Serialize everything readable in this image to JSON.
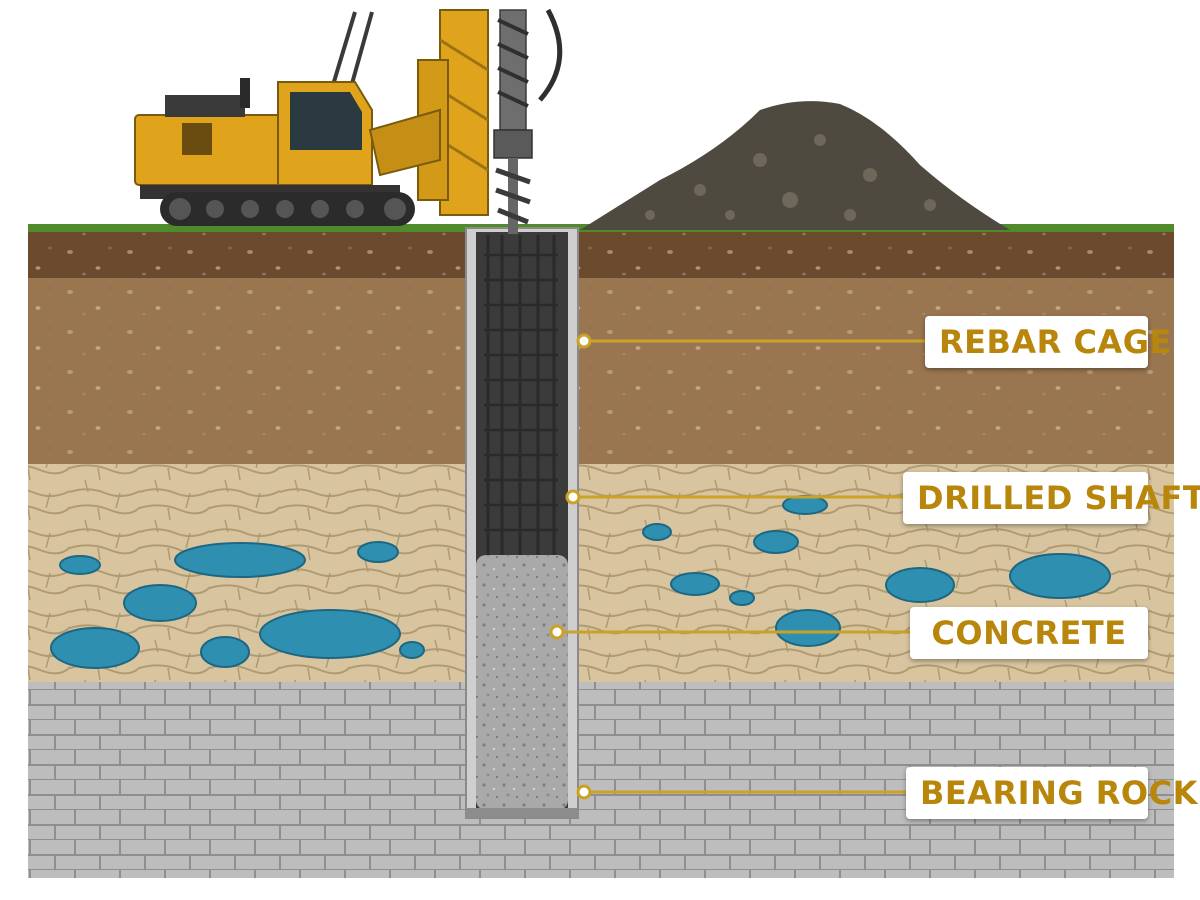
{
  "labels": {
    "rebar_cage": "REBAR CAGE",
    "drilled_shaft": "DRILLED SHAFT",
    "concrete": "CONCRETE",
    "bearing_rock": "BEARING ROCK"
  },
  "colors": {
    "label_text": "#b8860b",
    "leader_line": "#c9a227",
    "machine_yellow": "#e0a41c",
    "topsoil": "#6b4a2e",
    "clay": "#9a7650",
    "limestone": "#d7c39c",
    "water": "#2f8fb0",
    "bedrock": "#b9b9b9",
    "concrete": "#a8a8a8",
    "rebar": "#3a3a3a",
    "grass": "#4f8a2b"
  },
  "icons": {
    "rig": "drilling-rig-icon",
    "auger": "auger-icon",
    "spoil": "spoil-pile-icon"
  }
}
